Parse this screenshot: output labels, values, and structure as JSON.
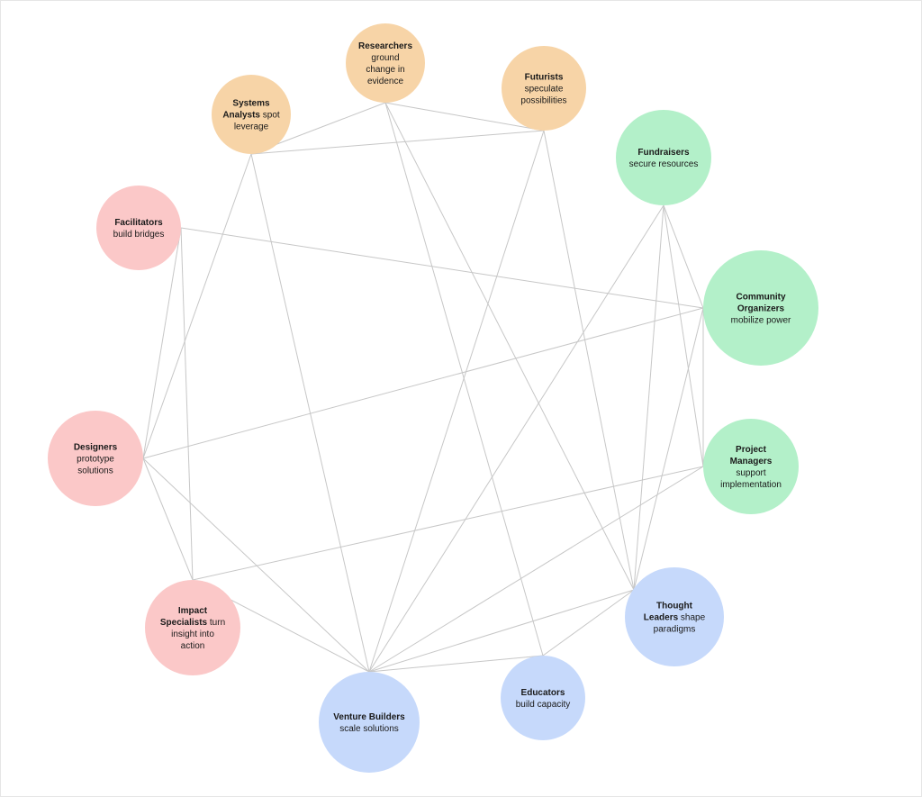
{
  "diagram": {
    "colors": {
      "peach": "#f7d4a7",
      "green": "#b3f0c9",
      "pink": "#fbc8c8",
      "blue": "#c6d9fb",
      "edge": "#c7c7c7"
    },
    "nodes": [
      {
        "id": "researchers",
        "color": "peach",
        "lines": [
          [
            {
              "t": "Researchers",
              "b": true
            }
          ],
          [
            {
              "t": "ground"
            }
          ],
          [
            {
              "t": "change in"
            }
          ],
          [
            {
              "t": "evidence"
            }
          ]
        ]
      },
      {
        "id": "futurists",
        "color": "peach",
        "lines": [
          [
            {
              "t": "Futurists",
              "b": true
            }
          ],
          [
            {
              "t": "speculate"
            }
          ],
          [
            {
              "t": "possibilities"
            }
          ]
        ]
      },
      {
        "id": "systems-analysts",
        "color": "peach",
        "lines": [
          [
            {
              "t": "Systems",
              "b": true
            }
          ],
          [
            {
              "t": "Analysts",
              "b": true
            },
            {
              "t": " spot"
            }
          ],
          [
            {
              "t": "leverage"
            }
          ]
        ]
      },
      {
        "id": "fundraisers",
        "color": "green",
        "lines": [
          [
            {
              "t": "Fundraisers",
              "b": true
            }
          ],
          [
            {
              "t": "secure resources"
            }
          ]
        ]
      },
      {
        "id": "facilitators",
        "color": "pink",
        "lines": [
          [
            {
              "t": "Facilitators",
              "b": true
            }
          ],
          [
            {
              "t": "build bridges"
            }
          ]
        ]
      },
      {
        "id": "community-organizers",
        "color": "green",
        "lines": [
          [
            {
              "t": "Community",
              "b": true
            }
          ],
          [
            {
              "t": "Organizers",
              "b": true
            }
          ],
          [
            {
              "t": "mobilize power"
            }
          ]
        ]
      },
      {
        "id": "designers",
        "color": "pink",
        "lines": [
          [
            {
              "t": "Designers",
              "b": true
            }
          ],
          [
            {
              "t": "prototype"
            }
          ],
          [
            {
              "t": "solutions"
            }
          ]
        ]
      },
      {
        "id": "project-managers",
        "color": "green",
        "lines": [
          [
            {
              "t": "Project",
              "b": true
            }
          ],
          [
            {
              "t": "Managers",
              "b": true
            }
          ],
          [
            {
              "t": "support"
            }
          ],
          [
            {
              "t": "implementation"
            }
          ]
        ]
      },
      {
        "id": "impact-specialists",
        "color": "pink",
        "lines": [
          [
            {
              "t": "Impact",
              "b": true
            }
          ],
          [
            {
              "t": "Specialists",
              "b": true
            },
            {
              "t": " turn"
            }
          ],
          [
            {
              "t": "insight into"
            }
          ],
          [
            {
              "t": "action"
            }
          ]
        ]
      },
      {
        "id": "thought-leaders",
        "color": "blue",
        "lines": [
          [
            {
              "t": "Thought",
              "b": true
            }
          ],
          [
            {
              "t": "Leaders",
              "b": true
            },
            {
              "t": " shape"
            }
          ],
          [
            {
              "t": "paradigms"
            }
          ]
        ]
      },
      {
        "id": "educators",
        "color": "blue",
        "lines": [
          [
            {
              "t": "Educators",
              "b": true
            }
          ],
          [
            {
              "t": "build capacity"
            }
          ]
        ]
      },
      {
        "id": "venture-builders",
        "color": "blue",
        "lines": [
          [
            {
              "t": "Venture Builders",
              "b": true
            }
          ],
          [
            {
              "t": "scale solutions"
            }
          ]
        ]
      }
    ],
    "edges": [
      [
        "researchers",
        "systems-analysts"
      ],
      [
        "researchers",
        "futurists"
      ],
      [
        "researchers",
        "thought-leaders"
      ],
      [
        "researchers",
        "educators"
      ],
      [
        "systems-analysts",
        "futurists"
      ],
      [
        "systems-analysts",
        "designers"
      ],
      [
        "systems-analysts",
        "venture-builders"
      ],
      [
        "futurists",
        "thought-leaders"
      ],
      [
        "futurists",
        "venture-builders"
      ],
      [
        "facilitators",
        "designers"
      ],
      [
        "facilitators",
        "impact-specialists"
      ],
      [
        "facilitators",
        "community-organizers"
      ],
      [
        "fundraisers",
        "community-organizers"
      ],
      [
        "fundraisers",
        "project-managers"
      ],
      [
        "fundraisers",
        "thought-leaders"
      ],
      [
        "fundraisers",
        "venture-builders"
      ],
      [
        "community-organizers",
        "designers"
      ],
      [
        "community-organizers",
        "project-managers"
      ],
      [
        "community-organizers",
        "thought-leaders"
      ],
      [
        "project-managers",
        "impact-specialists"
      ],
      [
        "project-managers",
        "venture-builders"
      ],
      [
        "designers",
        "impact-specialists"
      ],
      [
        "designers",
        "venture-builders"
      ],
      [
        "impact-specialists",
        "venture-builders"
      ],
      [
        "thought-leaders",
        "educators"
      ],
      [
        "thought-leaders",
        "venture-builders"
      ],
      [
        "educators",
        "venture-builders"
      ]
    ]
  }
}
